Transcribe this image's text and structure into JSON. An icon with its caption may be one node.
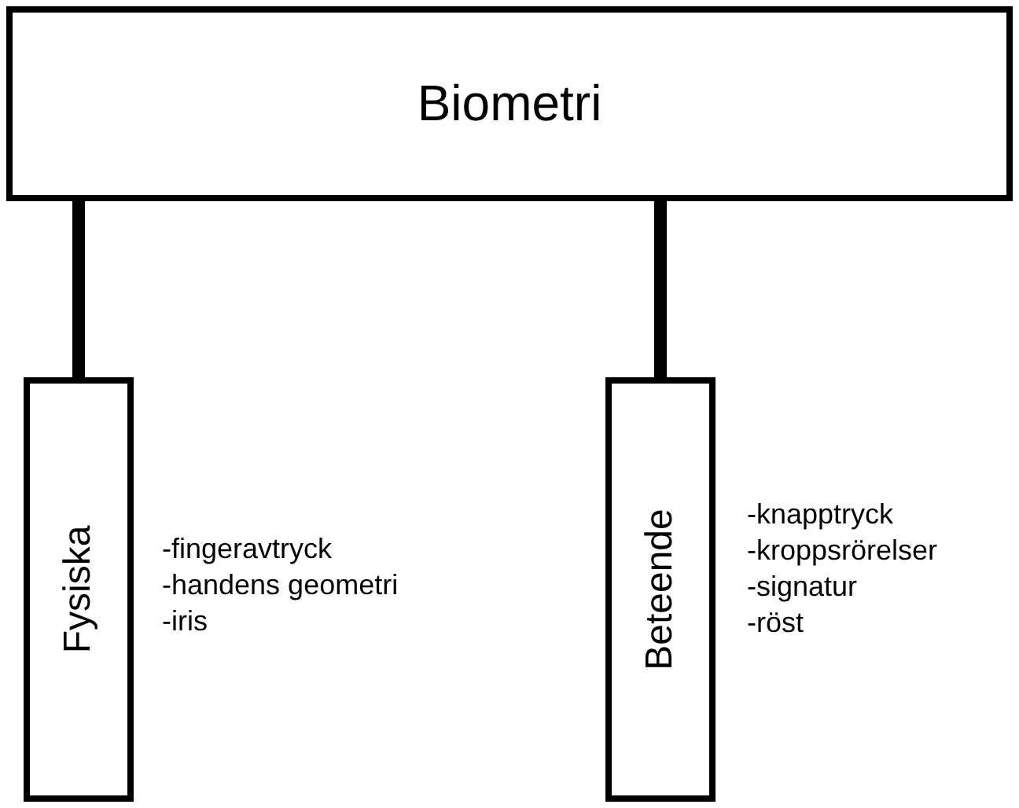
{
  "diagram": {
    "nodes": [
      {
        "text": [
          "Biometri"
        ]
      },
      {
        "text": [
          "Fysiska"
        ],
        "beside": [
          "-fingeravtryck",
          "-handens geometri",
          "-iris"
        ]
      },
      {
        "text": [
          "Beteende"
        ],
        "beside": [
          "-knapptryck",
          "-kroppsrörelser",
          "-signatur",
          "-röst"
        ]
      }
    ],
    "edges": [
      {
        "from": 0,
        "to": 1,
        "arrow": "none"
      },
      {
        "from": 0,
        "to": 2,
        "arrow": "none"
      }
    ]
  }
}
